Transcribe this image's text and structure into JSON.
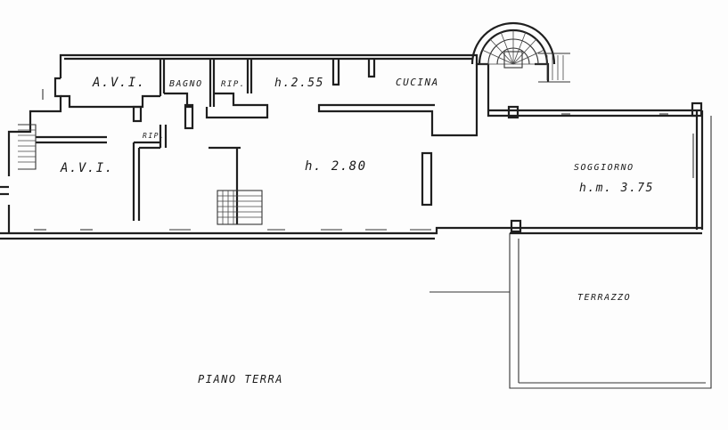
{
  "floor_title": "PIANO TERRA",
  "rooms": {
    "avi_top": "A.V.I.",
    "bagno": "BAGNO",
    "rip_top": "RIP.",
    "room_h255": "h.2.55",
    "cucina": "CUCINA",
    "rip_small": "RIP.",
    "avi_left": "A.V.I.",
    "main_h280": "h. 2.80",
    "soggiorno": "SOGGIORNO",
    "soggiorno_h": "h.m. 3.75",
    "terrazzo": "TERRAZZO"
  }
}
